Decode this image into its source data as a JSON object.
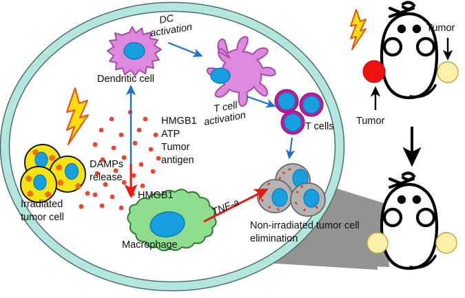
{
  "figure": {
    "title": "Abscopal effect of radiotherapy: immune activation schematic",
    "type": "biological-pathway-diagram"
  },
  "colors": {
    "membrane_fill": "#b2e6de",
    "membrane_stroke": "#4e6b66",
    "dendritic_cell": "#dd8ade",
    "dendritic_stroke": "#a44ca6",
    "nucleus_blue": "#189fe0",
    "nucleus_stroke": "#0d7ab5",
    "macrophage_green": "#90dc8d",
    "macrophage_stroke": "#2f7a34",
    "irradiated_yellow": "#f5e313",
    "irradiated_stroke": "#1a1a1a",
    "tcell_magenta": "#c4179c",
    "nonirradiated_gray": "#b3b3b3",
    "nonirradiated_stroke": "#666666",
    "damp_dot_red": "#f4412f",
    "arrow_blue": "#1f6fd0",
    "arrow_red": "#e8190f",
    "bolt_yellow": "#ffdd12",
    "bolt_stroke": "#e8520d",
    "tumor_red": "#ee1111",
    "tumor_pale_yellow": "#faf0a8",
    "tumor_pale_stroke": "#b9a83c",
    "shadow_gray": "#949494",
    "mouse_outline": "#000000"
  },
  "labels": {
    "dc_activation": "DC",
    "dc_activation_2": "activation",
    "dendritic_cell": "Dendritic cell",
    "tcell_activation": "T cell",
    "tcell_activation_2": "activation",
    "tcells": "T cells",
    "hmgb1": "HMGB1",
    "atp": "ATP",
    "tumor": "Tumor",
    "antigen": "antigen",
    "damps": "DAMPs",
    "damps_2": "release",
    "hmgb1_macrophage": "HMGB1",
    "irradiated": "Irradiated",
    "irradiated_2": "tumor cell",
    "macrophage": "Macrophage",
    "tnf_a": "TNF-a",
    "nonirradiated": "Non-irradiated tumor cell",
    "nonirradiated_2": "elimination",
    "tumor_right_top": "Tumor",
    "tumor_left_bottom": "Tumor"
  },
  "icons": {
    "lightning_bolt_left": "lightning-bolt-icon",
    "lightning_bolt_mouse": "lightning-bolt-icon",
    "arrow_down_between_mice": "arrow-down-icon"
  },
  "cells": {
    "dendritic_immature": {
      "name": "Dendritic cell",
      "state": "immature"
    },
    "dendritic_mature": {
      "name": "Activated dendritic cell",
      "state": "mature"
    },
    "tcells": {
      "name": "T cells",
      "count": 3
    },
    "irradiated_tumor": {
      "name": "Irradiated tumor cell",
      "count": 3
    },
    "macrophage": {
      "name": "Macrophage",
      "count": 1
    },
    "nonirradiated_tumor": {
      "name": "Non-irradiated tumor cell",
      "count": 3
    }
  },
  "mice": {
    "top": {
      "irradiated_tumor_color": "#ee1111",
      "distant_tumor_color": "#faf0a8",
      "label_left": "Tumor",
      "label_right": "Tumor"
    },
    "bottom": {
      "left_tumor_color": "#faf0a8",
      "right_tumor_color": "#faf0a8"
    }
  }
}
